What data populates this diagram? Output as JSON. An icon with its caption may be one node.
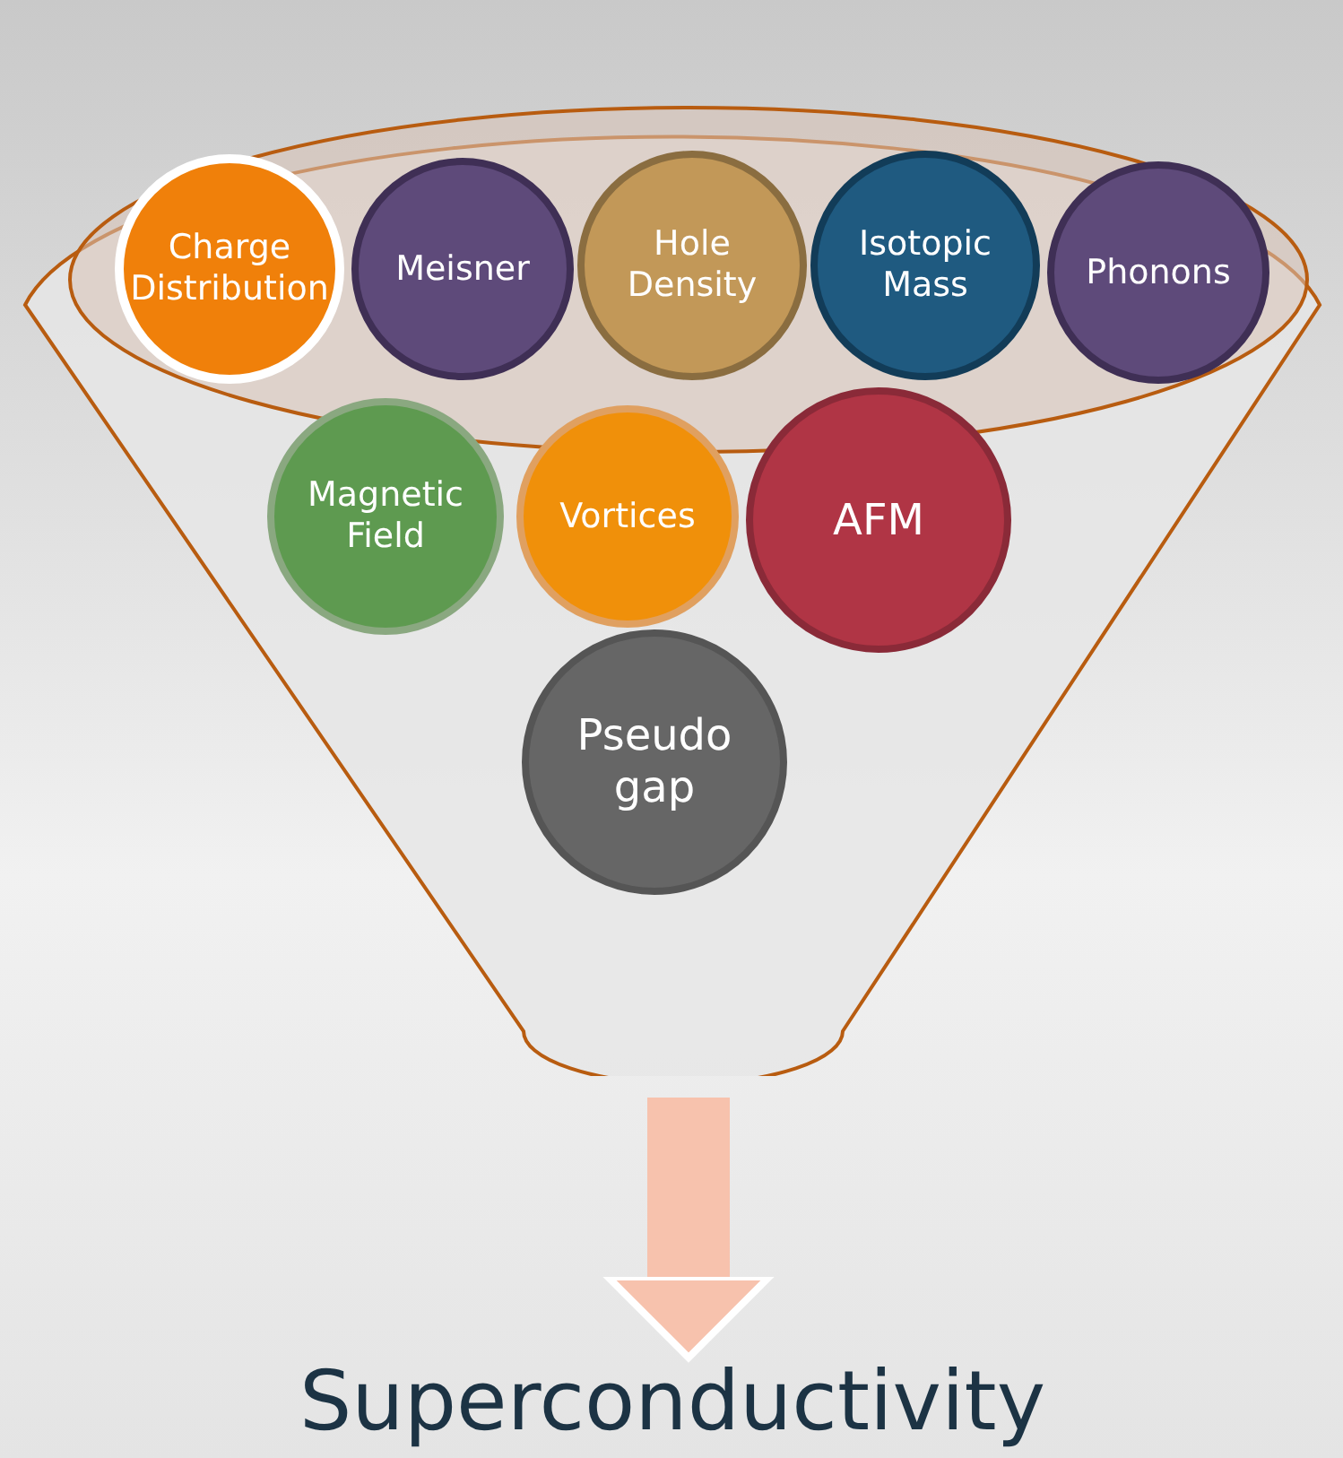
{
  "diagram": {
    "nodes": [
      {
        "text": [],
        "shape": "funnel"
      },
      {
        "text": [
          "Charge Distribution"
        ],
        "in": 0
      },
      {
        "text": [
          "Meisner"
        ],
        "in": 0
      },
      {
        "text": [
          "Hole Density"
        ],
        "in": 0
      },
      {
        "text": [
          "Isotopic Mass"
        ],
        "in": 0
      },
      {
        "text": [
          "Phonons"
        ],
        "in": 0
      },
      {
        "text": [
          "Magnetic Field"
        ],
        "in": 0
      },
      {
        "text": [
          "Vortices"
        ],
        "in": 0
      },
      {
        "text": [
          "AFM"
        ],
        "in": 0
      },
      {
        "text": [
          "Pseudo gap"
        ],
        "in": 0
      },
      {
        "text": [
          "Superconductivity"
        ]
      }
    ],
    "edges": [
      {
        "from": 0,
        "to": 10,
        "arrow": "to"
      }
    ]
  }
}
